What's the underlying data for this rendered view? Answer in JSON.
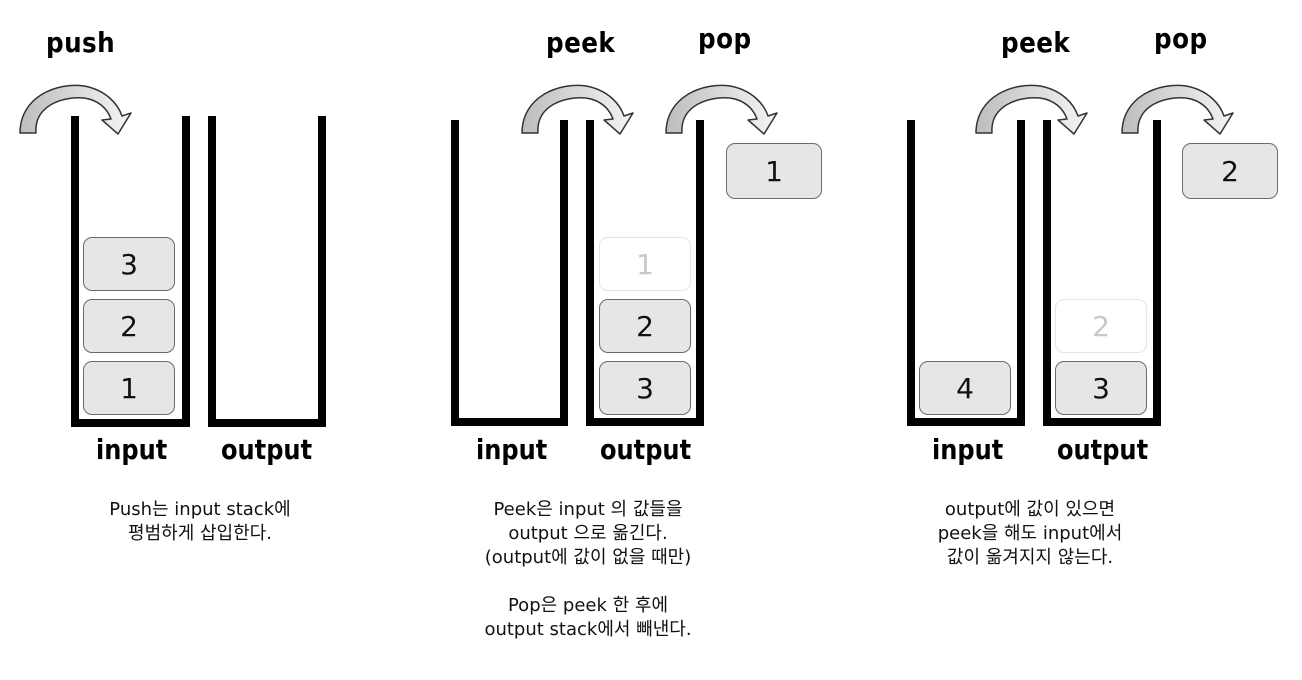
{
  "panels": [
    {
      "ops": [
        "push"
      ],
      "stacks": [
        {
          "label": "input",
          "boxes": [
            "3",
            "2",
            "1"
          ]
        },
        {
          "label": "output",
          "boxes": []
        }
      ],
      "caption": [
        "Push는 input stack에",
        "평범하게 삽입한다."
      ]
    },
    {
      "ops": [
        "peek",
        "pop"
      ],
      "popped": "1",
      "stacks": [
        {
          "label": "input",
          "boxes": []
        },
        {
          "label": "output",
          "boxes": [
            "1",
            "2",
            "3"
          ]
        }
      ],
      "caption": [
        "Peek은 input 의 값들을",
        "output 으로 옮긴다.",
        "(output에 값이 없을 때만)",
        "",
        "Pop은 peek 한 후에",
        "output stack에서 빼낸다."
      ]
    },
    {
      "ops": [
        "peek",
        "pop"
      ],
      "popped": "2",
      "stacks": [
        {
          "label": "input",
          "boxes": [
            "4"
          ]
        },
        {
          "label": "output",
          "boxes": [
            "2",
            "3"
          ]
        }
      ],
      "caption": [
        "output에 값이 있으면",
        "peek을 해도 input에서",
        "값이 옮겨지지 않는다."
      ]
    }
  ]
}
